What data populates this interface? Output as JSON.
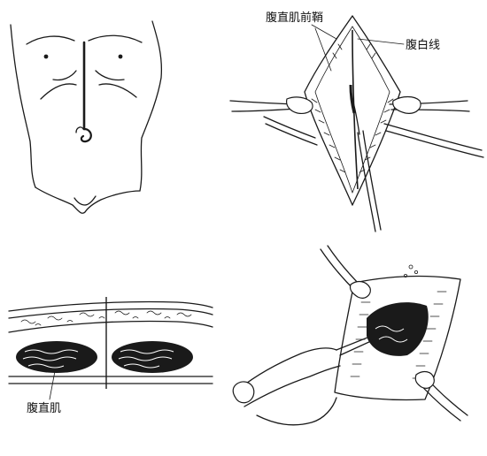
{
  "labels": {
    "rectus_sheath": "腹直肌前鞘",
    "linea_alba": "腹白线",
    "rectus_muscle": "腹直肌"
  },
  "colors": {
    "ink": "#1a1a1a",
    "paper": "#ffffff"
  }
}
